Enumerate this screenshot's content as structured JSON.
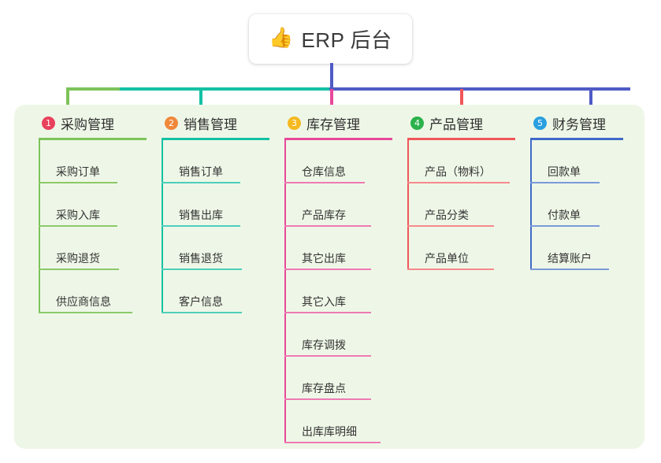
{
  "root": {
    "icon": "thumbs-up-icon",
    "icon_glyph": "👍",
    "title": "ERP 后台"
  },
  "theme": {
    "panel_bg": "#eef7e7",
    "page_bg": "#ffffff",
    "root_stem": "#4f5bc4",
    "bus_green": "#7cc35a",
    "bus_teal": "#13c1a4",
    "bus_blue": "#4f5bc4",
    "title_color": "#2f2f2f",
    "item_color": "#333333"
  },
  "columns": [
    {
      "number": "1",
      "title": "采购管理",
      "badge_color": "#e8415c",
      "line_color": "#7cc35a",
      "rule_color": "#8cc96a",
      "items": [
        {
          "label": "采购订单",
          "rule_width": 78
        },
        {
          "label": "采购入库",
          "rule_width": 78
        },
        {
          "label": "采购退货",
          "rule_width": 80
        },
        {
          "label": "供应商信息",
          "rule_width": 97
        }
      ]
    },
    {
      "number": "2",
      "title": "销售管理",
      "badge_color": "#f0883b",
      "line_color": "#13c1a4",
      "rule_color": "#4ecfbb",
      "items": [
        {
          "label": "销售订单",
          "rule_width": 78
        },
        {
          "label": "销售出库",
          "rule_width": 78
        },
        {
          "label": "销售退货",
          "rule_width": 80
        },
        {
          "label": "客户信息",
          "rule_width": 80
        }
      ]
    },
    {
      "number": "3",
      "title": "库存管理",
      "badge_color": "#f5b921",
      "line_color": "#e8499a",
      "rule_color": "#ee7ab4",
      "items": [
        {
          "label": "仓库信息",
          "rule_width": 80
        },
        {
          "label": "产品库存",
          "rule_width": 88
        },
        {
          "label": "其它出库",
          "rule_width": 88
        },
        {
          "label": "其它入库",
          "rule_width": 88
        },
        {
          "label": "库存调拨",
          "rule_width": 88
        },
        {
          "label": "库存盘点",
          "rule_width": 88
        },
        {
          "label": "出库库明细",
          "rule_width": 100
        }
      ]
    },
    {
      "number": "4",
      "title": "产品管理",
      "badge_color": "#2bb24c",
      "line_color": "#f0565a",
      "rule_color": "#f58a8c",
      "items": [
        {
          "label": "产品（物料）",
          "rule_width": 108
        },
        {
          "label": "产品分类",
          "rule_width": 88
        },
        {
          "label": "产品单位",
          "rule_width": 88
        }
      ]
    },
    {
      "number": "5",
      "title": "财务管理",
      "badge_color": "#2a9fe0",
      "line_color": "#4169c9",
      "rule_color": "#7b9ada",
      "items": [
        {
          "label": "回款单",
          "rule_width": 66
        },
        {
          "label": "付款单",
          "rule_width": 66
        },
        {
          "label": "结算账户",
          "rule_width": 78
        }
      ]
    }
  ]
}
